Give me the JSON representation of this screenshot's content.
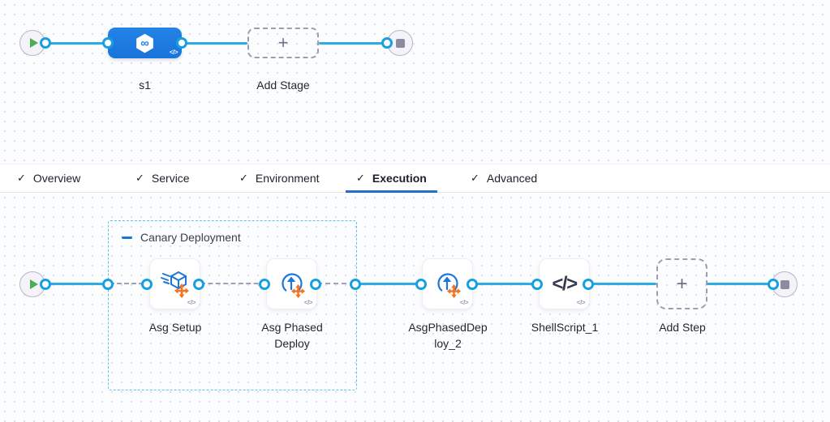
{
  "stage_pipeline": {
    "stage": {
      "label": "s1",
      "icon": "cd-pipeline-icon",
      "code_badge": "</>"
    },
    "add_stage": {
      "label": "Add Stage",
      "plus": "+"
    }
  },
  "tabs": {
    "active": "Execution",
    "check_glyph": "✓",
    "items": [
      {
        "label": "Overview",
        "checked": true
      },
      {
        "label": "Service",
        "checked": true
      },
      {
        "label": "Environment",
        "checked": true
      },
      {
        "label": "Execution",
        "checked": true
      },
      {
        "label": "Advanced",
        "checked": true
      }
    ]
  },
  "execution_graph": {
    "group": {
      "label": "Canary Deployment"
    },
    "steps": [
      {
        "label": "Asg Setup",
        "icon": "asg-setup-icon",
        "code_badge": "</>"
      },
      {
        "label": "Asg Phased Deploy",
        "icon": "asg-phased-deploy-icon",
        "code_badge": "</>"
      },
      {
        "label": "AsgPhasedDeploy_2",
        "icon": "asg-phased-deploy-icon",
        "code_badge": "</>"
      },
      {
        "label": "ShellScript_1",
        "icon": "shell-script-icon",
        "icon_glyph": "</>",
        "code_badge": "</>"
      }
    ],
    "add_step": {
      "label": "Add Step",
      "plus": "+"
    }
  },
  "colors": {
    "connector": "#2aace4",
    "port_ring": "#189fe0",
    "stage_blue": "#1d7bdf",
    "icon_blue": "#1c76d8",
    "accent_orange": "#f4731f",
    "tab_underline": "#1f72c8",
    "group_border": "#63c1e8",
    "play_green": "#4cae50",
    "stop_gray": "#8b8ca2"
  }
}
